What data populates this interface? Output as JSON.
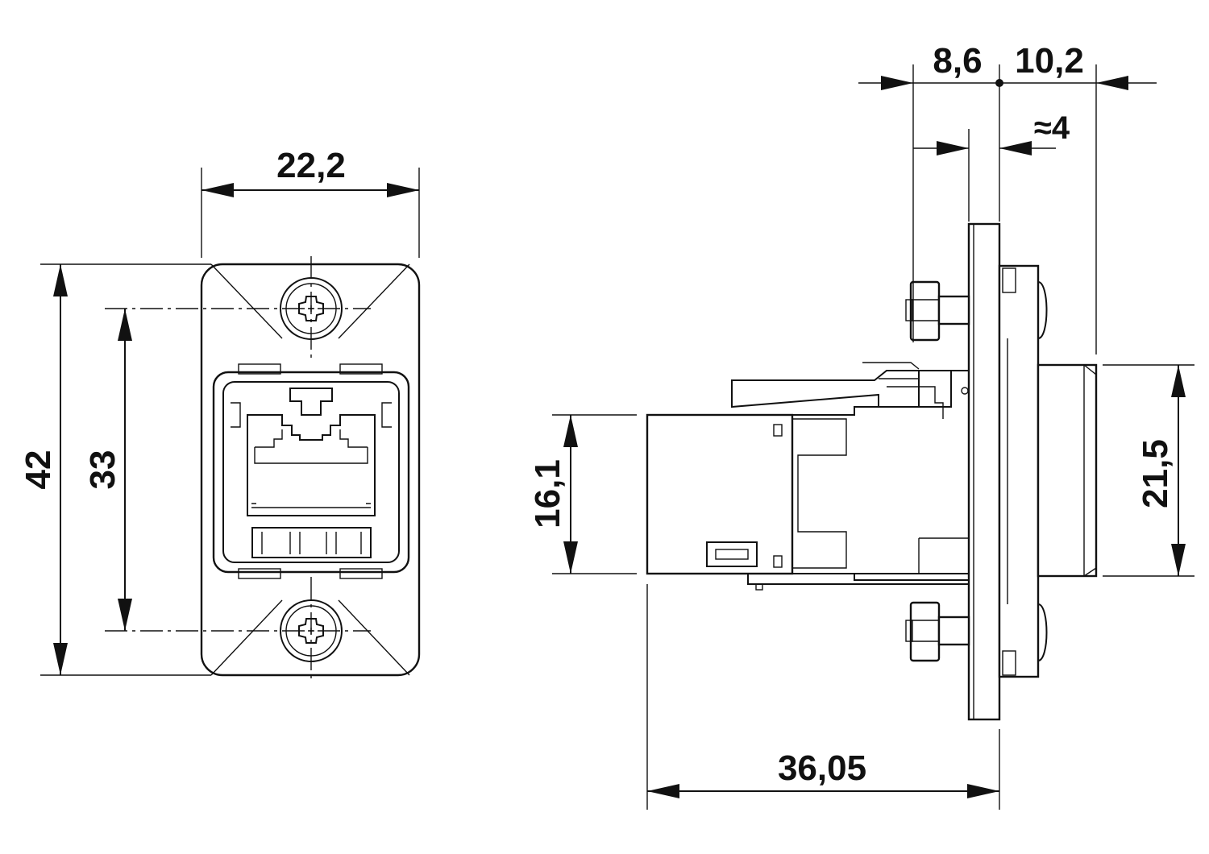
{
  "drawing": {
    "front_view": {
      "width_label": "22,2",
      "height_label": "42",
      "hole_spacing_label": "33"
    },
    "side_view": {
      "top_left_label": "8,6",
      "top_right_label": "10,2",
      "approx_label": "≈4",
      "jack_height_label": "16,1",
      "rear_height_label": "21,5",
      "length_label": "36,05"
    }
  }
}
